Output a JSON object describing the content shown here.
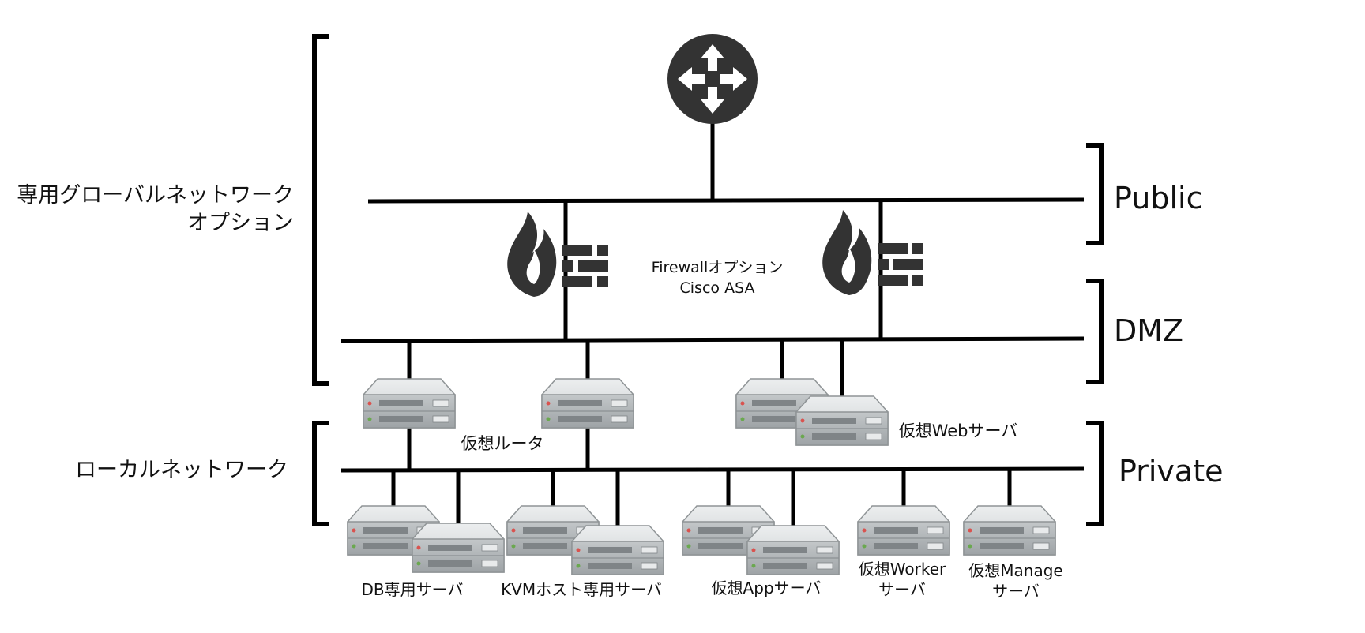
{
  "labels": {
    "global_network_line1": "専用グローバルネットワーク",
    "global_network_line2": "オプション",
    "local_network": "ローカルネットワーク",
    "public": "Public",
    "dmz": "DMZ",
    "private": "Private",
    "firewall_line1": "Firewallオプション",
    "firewall_line2": "Cisco ASA",
    "virtual_router": "仮想ルータ",
    "virtual_web_server": "仮想Webサーバ",
    "db_server": "DB専用サーバ",
    "kvm_server": "KVMホスト専用サーバ",
    "virtual_app_server": "仮想Appサーバ",
    "virtual_worker_line1": "仮想Worker",
    "virtual_worker_line2": "サーバ",
    "virtual_manage_line1": "仮想Manage",
    "virtual_manage_line2": "サーバ"
  },
  "icons": {
    "router": "router-icon",
    "firewall": "firewall-icon",
    "server": "server-icon"
  },
  "colors": {
    "line": "#000000",
    "router": "#333333",
    "firewall": "#333333",
    "server_body": "#d9dcdd",
    "server_front": "#b4b8ba"
  }
}
